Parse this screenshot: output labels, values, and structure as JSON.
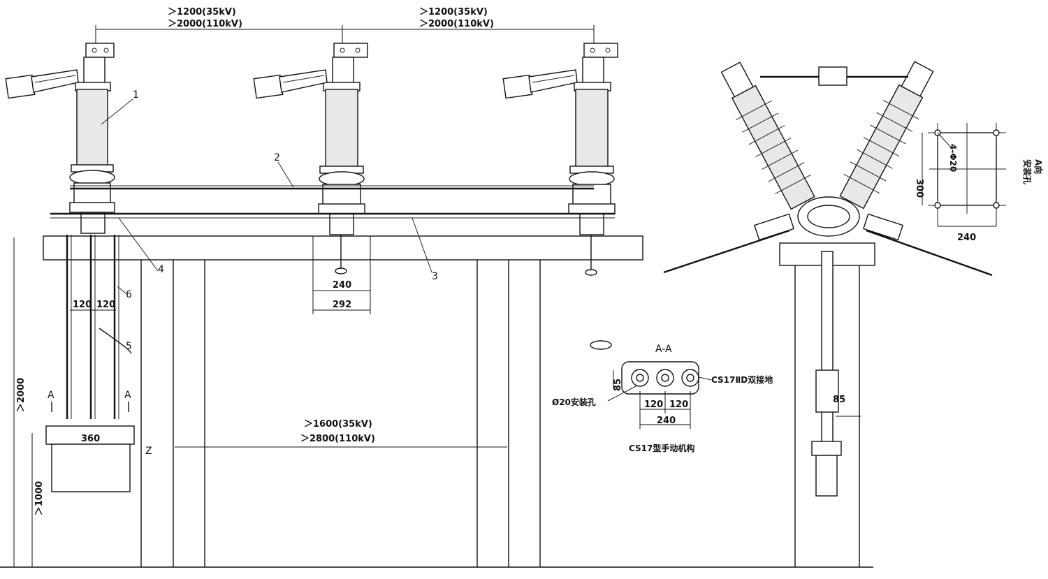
{
  "dimensions": {
    "top_left": [
      "＞1200(35kV)",
      "＞2000(110kV)"
    ],
    "top_right": [
      "＞1200(35kV)",
      "＞2000(110kV)"
    ],
    "bottom_middle": [
      "＞1600(35kV)",
      "＞2800(110kV)"
    ],
    "height_total": "＞2000",
    "height_mech": "＞1000",
    "base_240": "240",
    "base_292": "292",
    "link_120_a": "120",
    "link_120_b": "120",
    "mech_360": "360",
    "side_85": "85",
    "plate_300": "300",
    "plate_240": "240",
    "plate_hole": "4-Φ20",
    "plate_view": "A向",
    "plate_note": "安装孔",
    "aa_120_a": "120",
    "aa_120_b": "120",
    "aa_240": "240",
    "aa_85": "85"
  },
  "labels": {
    "n1": "1",
    "n2": "2",
    "n3": "3",
    "n4": "4",
    "n5": "5",
    "n6": "6",
    "z": "Z",
    "a_left": "A",
    "a_right": "A",
    "section": "A-A",
    "cs17d": "CS17ⅡD双接地",
    "hole": "Ø20安装孔",
    "cs17": "CS17型手动机构"
  }
}
